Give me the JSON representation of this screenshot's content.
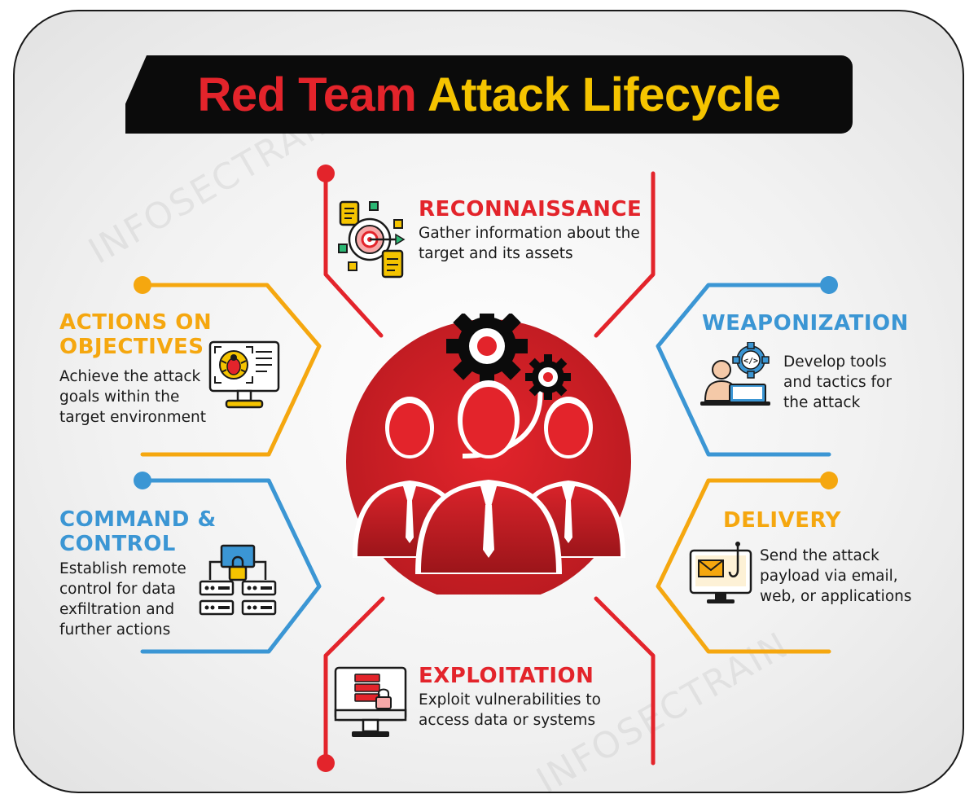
{
  "title": {
    "part1": "Red Team",
    "part2": "Attack Lifecycle"
  },
  "watermark": "INFOSECTRAIN",
  "stages": {
    "reconnaissance": {
      "heading": "RECONNAISSANCE",
      "line1": "Gather information about the",
      "line2": "target and its assets"
    },
    "weaponization": {
      "heading": "WEAPONIZATION",
      "line1": "Develop tools",
      "line2": "and tactics for",
      "line3": "the attack"
    },
    "delivery": {
      "heading": "DELIVERY",
      "line1": "Send the attack",
      "line2": "payload via email,",
      "line3": "web, or applications"
    },
    "exploitation": {
      "heading": "EXPLOITATION",
      "line1": "Exploit vulnerabilities to",
      "line2": "access data or systems"
    },
    "command_control": {
      "heading_line1": "COMMAND &",
      "heading_line2": "CONTROL",
      "line1": "Establish remote",
      "line2": "control for data",
      "line3": "exfiltration and",
      "line4": "further actions"
    },
    "actions_objectives": {
      "heading_line1": "ACTIONS ON",
      "heading_line2": "OBJECTIVES",
      "line1": "Achieve the attack",
      "line2": "goals within the",
      "line3": "target environment"
    }
  },
  "icons": {
    "reconnaissance": "target-documents-icon",
    "weaponization": "developer-gear-icon",
    "delivery": "phishing-email-monitor-icon",
    "exploitation": "locked-server-monitor-icon",
    "command_control": "server-lock-icon",
    "actions_objectives": "bug-monitor-icon",
    "center": "red-team-people-gears-icon"
  },
  "colors": {
    "red": "#e3242b",
    "blue": "#3b96d4",
    "yellow": "#f5a70f",
    "title_yellow": "#f5c400",
    "dark": "#0b0b0b"
  }
}
